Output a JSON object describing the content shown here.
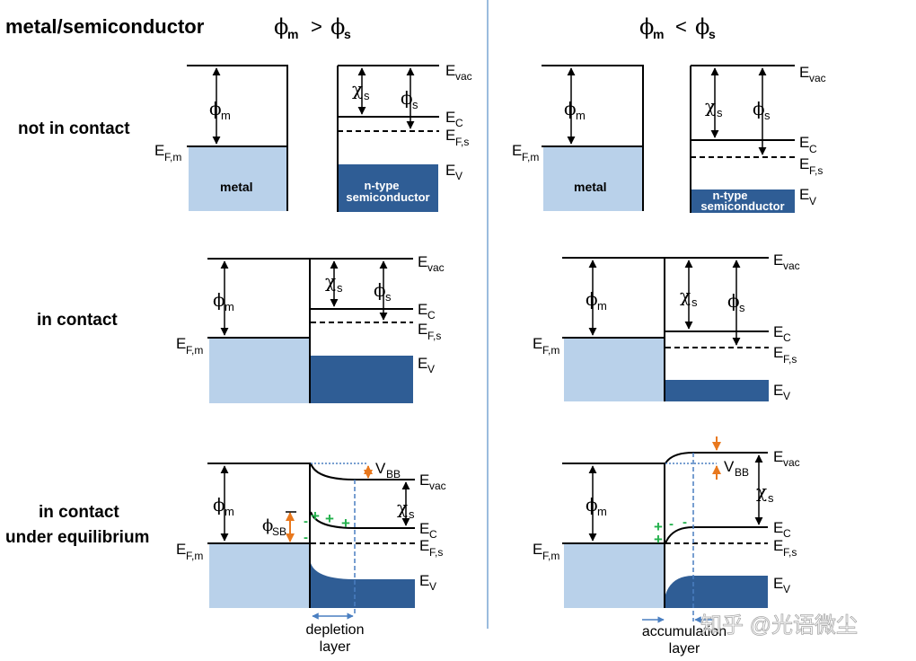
{
  "header": {
    "title": "metal/semiconductor",
    "left_condition": {
      "phi_m": "ϕ",
      "sub_m": "m",
      "op": ">",
      "phi_s": "ϕ",
      "sub_s": "s"
    },
    "right_condition": {
      "phi_m": "ϕ",
      "sub_m": "m",
      "op": "<",
      "phi_s": "ϕ",
      "sub_s": "s"
    }
  },
  "rows": {
    "not_in_contact": "not in contact",
    "in_contact": "in contact",
    "equilibrium_line1": "in contact",
    "equilibrium_line2": "under equilibrium"
  },
  "labels": {
    "E": "E",
    "vac": "vac",
    "C": "C",
    "Fs": "F,s",
    "V": "V",
    "Fm": "F,m",
    "phi": "ϕ",
    "chi": "χ",
    "m": "m",
    "s": "s",
    "SB": "SB",
    "VBB_V": "V",
    "VBB_sub": "BB",
    "metal": "metal",
    "ntype1": "n-type",
    "ntype2": "semiconductor",
    "plus": "+",
    "minus": "-"
  },
  "annotations": {
    "depletion1": "depletion",
    "depletion2": "layer",
    "accumulation1": "accumulation",
    "accumulation2": "layer"
  },
  "watermark": "知乎 @光语微尘",
  "colors": {
    "metal_fill": "#b9d1ea",
    "semi_fill": "#2f5d95",
    "divider": "#7aa6d4",
    "orange": "#e8781e",
    "green": "#22b04b",
    "dotted_blue": "#4a7fc1"
  }
}
